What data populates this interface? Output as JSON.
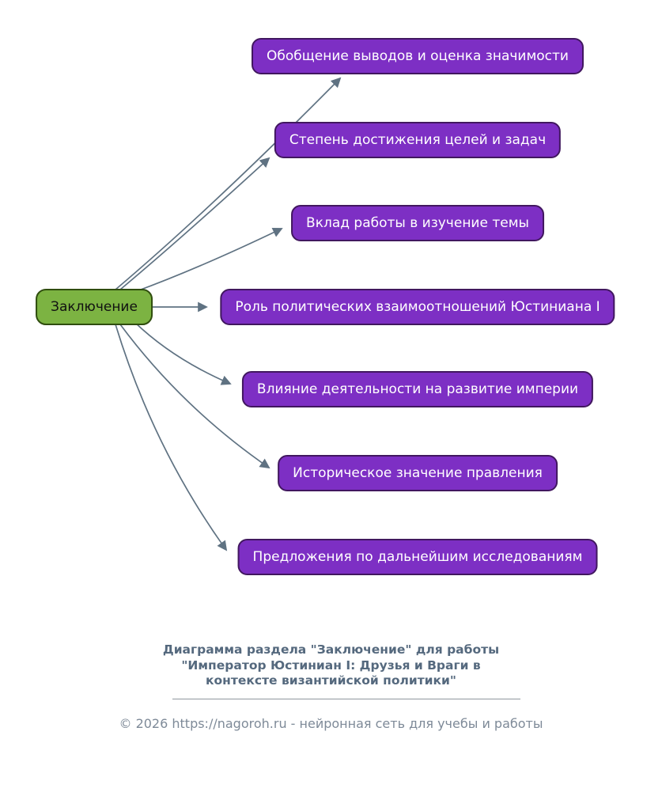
{
  "diagram": {
    "root": {
      "label": "Заключение"
    },
    "nodes": [
      {
        "label": "Обобщение выводов и оценка значимости"
      },
      {
        "label": "Степень достижения целей и задач"
      },
      {
        "label": "Вклад работы в изучение темы"
      },
      {
        "label": "Роль политических взаимоотношений Юстиниана I"
      },
      {
        "label": "Влияние деятельности на развитие империи"
      },
      {
        "label": "Историческое значение правления"
      },
      {
        "label": "Предложения по дальнейшим исследованиям"
      }
    ],
    "colors": {
      "root_fill": "#7cb342",
      "root_border": "#2f4d0e",
      "node_fill": "#7d2fc4",
      "node_border": "#41175f",
      "edge": "#5f7282",
      "caption_text": "#55697e",
      "footer_text": "#7e8a98"
    }
  },
  "caption": {
    "line1": "Диаграмма раздела \"Заключение\" для работы",
    "line2": "\"Император Юстиниан I: Друзья и Враги в",
    "line3": "контексте византийской политики\""
  },
  "footer": {
    "prefix": "© 2026 ",
    "link": "https://nagoroh.ru",
    "suffix": " - нейронная сеть для учебы и работы"
  }
}
